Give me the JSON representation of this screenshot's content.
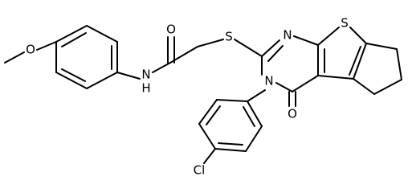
{
  "diagram": {
    "type": "chemical-structure",
    "background_color": "#ffffff",
    "ink_color": "#000000",
    "atom_labels": {
      "methoxy_oxygen": "O",
      "amide_nitrogen": "N",
      "amide_hydrogen": "H",
      "carbonyl_oxygen_amide": "O",
      "thioether_sulfur": "S",
      "pyrimidine_nitrogen_1": "N",
      "thiophene_sulfur": "S",
      "pyrimidine_nitrogen_3": "N",
      "carbonyl_oxygen_ring": "O",
      "chlorine": "Cl"
    }
  }
}
